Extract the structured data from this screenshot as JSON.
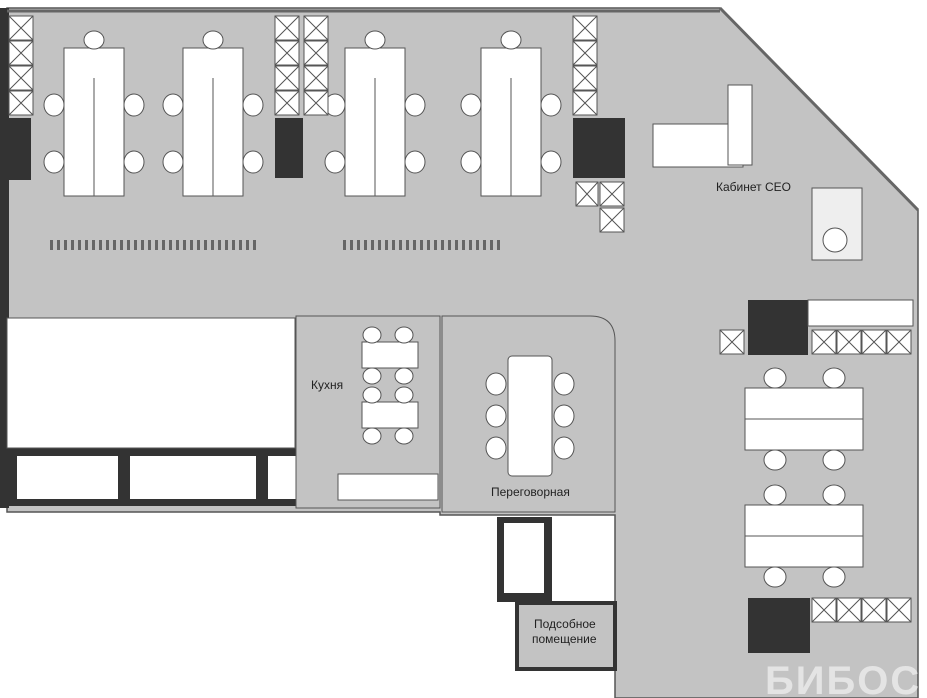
{
  "rooms": {
    "ceo_office": "Кабинет CEO",
    "kitchen": "Кухня",
    "meeting_room": "Переговорная",
    "utility_room_line1": "Подсобное",
    "utility_room_line2": "помещение"
  },
  "watermark": "БИБОСС",
  "colors": {
    "floor": "#c3c3c3",
    "wall": "#333333",
    "furniture": "#ffffff",
    "line": "#555555"
  }
}
